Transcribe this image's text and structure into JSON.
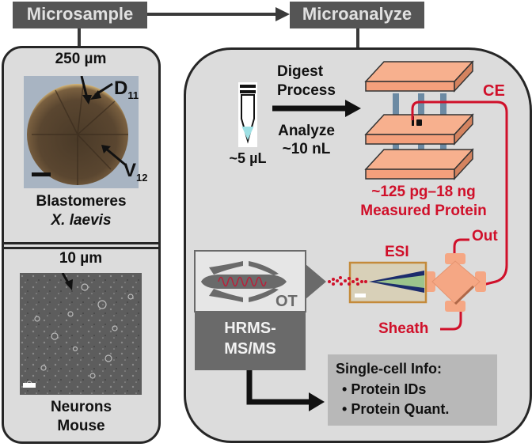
{
  "headers": {
    "microsample": "Microsample",
    "microanalyze": "Microanalyze"
  },
  "left_panel": {
    "blastomere_section": {
      "scale_label": "250 µm",
      "cell_label_top": {
        "letter": "D",
        "subscript": "11"
      },
      "cell_label_bottom": {
        "letter": "V",
        "subscript": "12"
      },
      "caption_line1": "Blastomeres",
      "caption_line2": "X. laevis"
    },
    "neuron_section": {
      "scale_label": "10 µm",
      "caption_line1": "Neurons",
      "caption_line2": "Mouse"
    }
  },
  "right_panel": {
    "tube_volume": "~5 µL",
    "step_above_arrow_line1": "Digest",
    "step_above_arrow_line2": "Process",
    "step_below_arrow_line1": "Analyze",
    "step_below_arrow_line2": "~10 nL",
    "ce_label": "CE",
    "protein_amount_line1": "~125 pg–18 ng",
    "protein_amount_line2": "Measured Protein",
    "esi_label": "ESI",
    "out_label": "Out",
    "sheath_label": "Sheath",
    "ot_label": "OT",
    "ms_label_line1": "HRMS-",
    "ms_label_line2": "MS/MS",
    "info_box": {
      "title": "Single-cell Info:",
      "items": [
        "Protein IDs",
        "Protein Quant."
      ]
    }
  },
  "colors": {
    "accent_red": "#d0102a",
    "header_gray": "#555555",
    "panel_fill": "#dcdcdc",
    "stage_orange": "#f5a784",
    "post_blue": "#6c8aa3"
  }
}
